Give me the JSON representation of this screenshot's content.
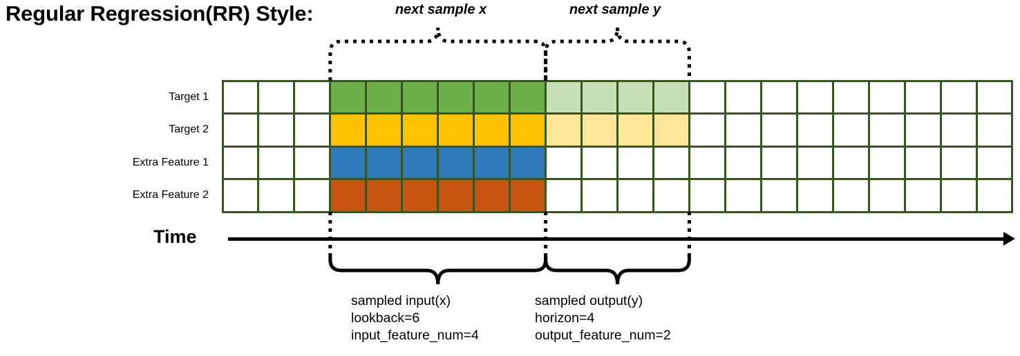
{
  "title": "Regular Regression(RR) Style:",
  "grid": {
    "total_columns": 22,
    "input_start_column": 4,
    "input_length": 6,
    "output_length": 4,
    "border_color": "#35571F",
    "empty_color": "#FFFFFF",
    "rows": [
      {
        "label": "Target 1",
        "input_color": "#6CAE47",
        "output_color": "#C5E0B4",
        "has_output": true
      },
      {
        "label": "Target 2",
        "input_color": "#FFC100",
        "output_color": "#FFE699",
        "has_output": true
      },
      {
        "label": "Extra Feature 1",
        "input_color": "#2E79BA",
        "output_color": "#FFFFFF",
        "has_output": false
      },
      {
        "label": "Extra Feature 2",
        "input_color": "#C85411",
        "output_color": "#FFFFFF",
        "has_output": false
      }
    ]
  },
  "axis": {
    "time_label": "Time"
  },
  "top_braces": [
    {
      "label": "next sample x"
    },
    {
      "label": "next sample y"
    }
  ],
  "bottom_braces": [
    {
      "caption_line1": "sampled input(x)",
      "caption_line2": "lookback=6",
      "caption_line3": "input_feature_num=4"
    },
    {
      "caption_line1": "sampled output(y)",
      "caption_line2": "horizon=4",
      "caption_line3": "output_feature_num=2"
    }
  ]
}
